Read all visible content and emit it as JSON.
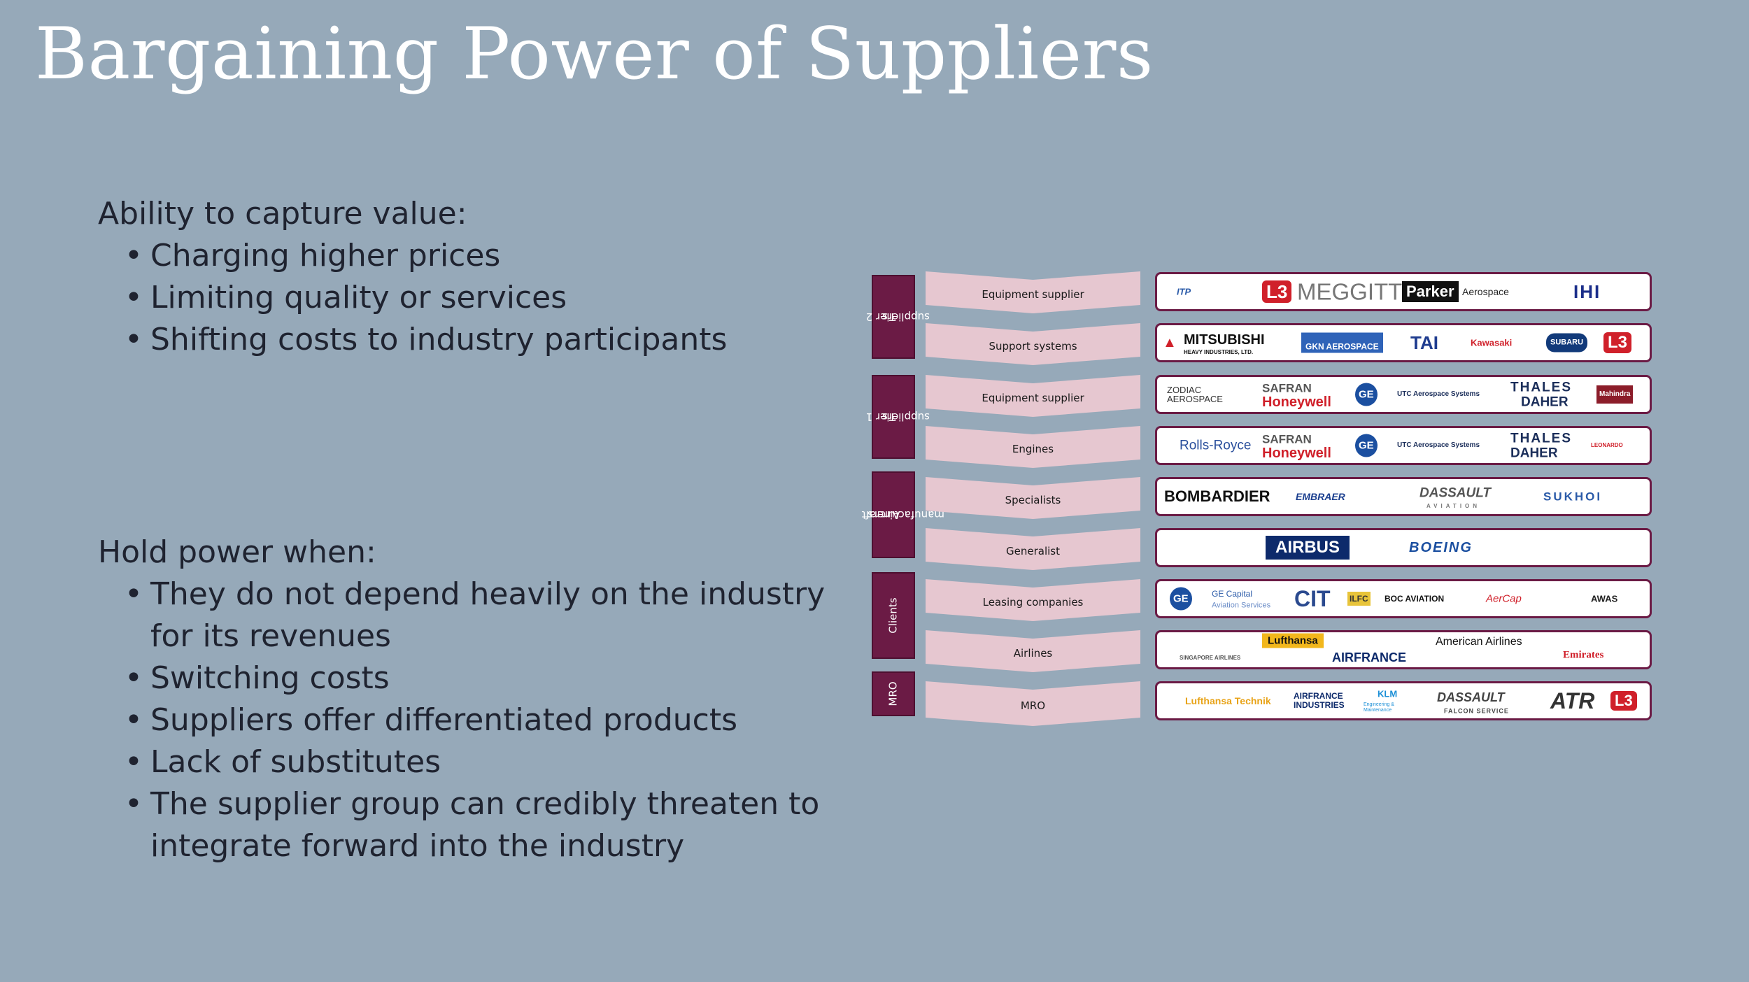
{
  "title": "Bargaining Power of Suppliers",
  "section1": {
    "heading": "Ability to capture value:",
    "bullets": [
      "Charging higher prices",
      "Limiting quality or services",
      "Shifting costs to industry participants"
    ]
  },
  "section2": {
    "heading": "Hold power when:",
    "bullets": [
      "They do not depend heavily on the industry for its revenues",
      "Switching costs",
      "Suppliers offer differentiated products",
      "Lack of substitutes",
      "The supplier group can credibly threaten to integrate forward into the industry"
    ]
  },
  "diagram": {
    "categories": [
      {
        "label": "Tier 2 suppliers",
        "lines": [
          "Tier 2",
          "suppliers"
        ]
      },
      {
        "label": "Tier 1 suppliers",
        "lines": [
          "Tier 1",
          "suppliers"
        ]
      },
      {
        "label": "Aircraft manufacturers",
        "lines": [
          "Aircraft",
          "manufacturers"
        ]
      },
      {
        "label": "Clients",
        "lines": [
          "Clients"
        ]
      },
      {
        "label": "MRO",
        "lines": [
          "MRO"
        ]
      }
    ],
    "rows": [
      {
        "label": "Equipment supplier",
        "logos": [
          "ITP",
          "L3",
          "MEGGITT",
          "Parker",
          "Aerospace",
          "IHI"
        ]
      },
      {
        "label": "Support systems",
        "logos": [
          "MITSUBISHI",
          "HEAVY INDUSTRIES, LTD.",
          "GKN AEROSPACE",
          "TAI",
          "Kawasaki",
          "SUBARU",
          "L3"
        ]
      },
      {
        "label": "Equipment supplier",
        "logos": [
          "ZODIAC AEROSPACE",
          "SAFRAN",
          "Honeywell",
          "GE",
          "UTC Aerospace Systems",
          "THALES",
          "DAHER",
          "Mahindra"
        ]
      },
      {
        "label": "Engines",
        "logos": [
          "Rolls-Royce",
          "SAFRAN",
          "Honeywell",
          "GE",
          "UTC Aerospace Systems",
          "THALES",
          "DAHER",
          "LEONARDO"
        ]
      },
      {
        "label": "Specialists",
        "logos": [
          "BOMBARDIER",
          "EMBRAER",
          "DASSAULT",
          "AVIATION",
          "SUKHOI"
        ]
      },
      {
        "label": "Generalist",
        "logos": [
          "AIRBUS",
          "BOEING"
        ]
      },
      {
        "label": "Leasing companies",
        "logos": [
          "GE Capital",
          "Aviation Services",
          "CIT",
          "ILFC",
          "BOC AVIATION",
          "AerCap",
          "AWAS"
        ]
      },
      {
        "label": "Airlines",
        "logos": [
          "SINGAPORE AIRLINES",
          "Lufthansa",
          "AIRFRANCE",
          "American Airlines",
          "Emirates"
        ]
      },
      {
        "label": "MRO",
        "logos": [
          "Lufthansa Technik",
          "AIRFRANCE INDUSTRIES",
          "KLM",
          "Engineering & Maintenance",
          "DASSAULT",
          "FALCON SERVICE",
          "ATR",
          "L3"
        ]
      }
    ]
  },
  "colors": {
    "background": "#96a9b9",
    "category": "#6b1b45",
    "chevron": "#e6c7d0"
  }
}
